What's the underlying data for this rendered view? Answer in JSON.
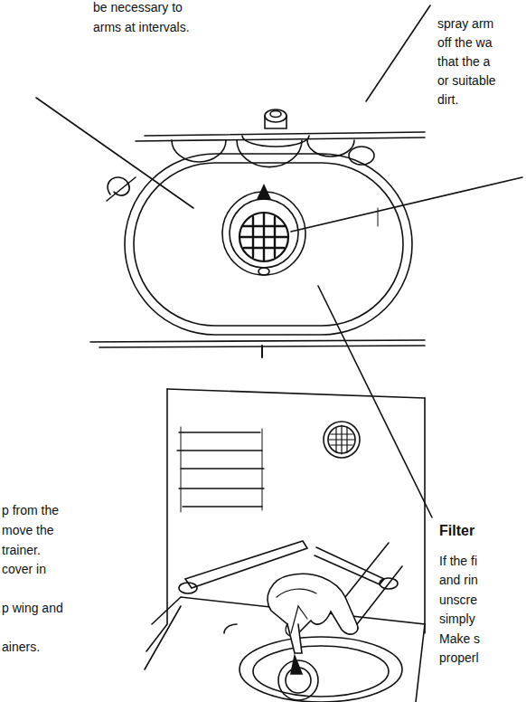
{
  "diagram": {
    "labels": [
      "be necessary to",
      "arms at intervals.",
      "spray arm",
      "off the wa",
      "that the a",
      "or suitable",
      "dirt.",
      "p from the",
      "move the",
      "trainer.",
      "cover in",
      "p wing and",
      "ainers.",
      "Filter",
      "If the fi",
      "and rin",
      "unscre",
      "simply",
      "Make s",
      "properl"
    ]
  }
}
